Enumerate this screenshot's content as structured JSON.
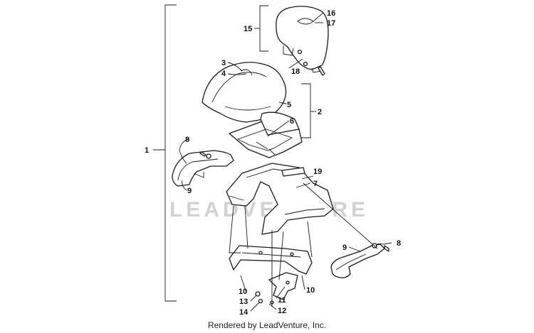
{
  "watermark": "LEADVENTURE",
  "footer": "Rendered by LeadVenture, Inc.",
  "callouts": {
    "c1": "1",
    "c2": "2",
    "c3": "3",
    "c4": "4",
    "c5": "5",
    "c6": "6",
    "c7": "7",
    "c8a": "8",
    "c8b": "8",
    "c9a": "9",
    "c9b": "9",
    "c10a": "10",
    "c10b": "10",
    "c11": "11",
    "c12": "12",
    "c13": "13",
    "c14": "14",
    "c15": "15",
    "c16": "16",
    "c17": "17",
    "c18": "18",
    "c19": "19"
  }
}
